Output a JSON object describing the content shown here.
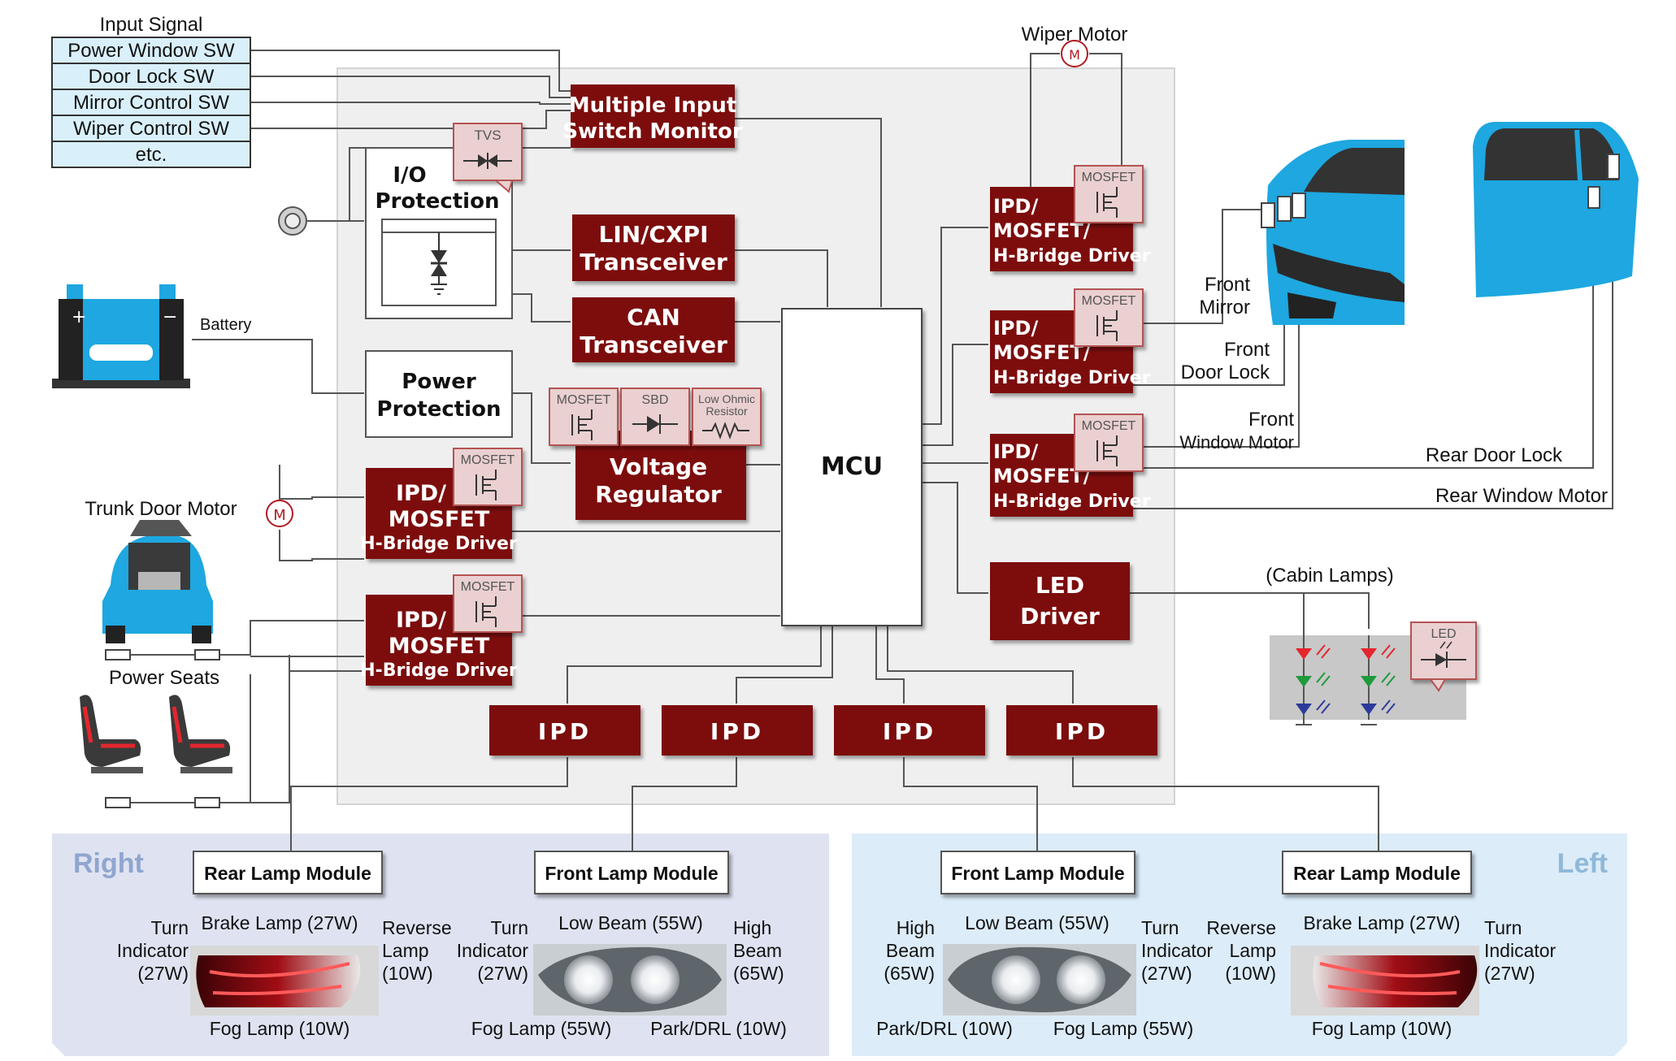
{
  "input_signal": {
    "title": "Input Signal",
    "items": [
      "Power Window SW",
      "Door Lock SW",
      "Mirror Control SW",
      "Wiper Control SW",
      "etc."
    ]
  },
  "labels": {
    "battery": "Battery",
    "trunk_door_motor": "Trunk Door Motor",
    "power_seats": "Power Seats",
    "wiper_motor": "Wiper Motor",
    "front_mirror_1": "Front",
    "front_mirror_2": "Mirror",
    "front_door_lock_1": "Front",
    "front_door_lock_2": "Door Lock",
    "front_window_motor_1": "Front",
    "front_window_motor_2": "Window Motor",
    "rear_door_lock": "Rear Door Lock",
    "rear_window_motor": "Rear Window Motor",
    "cabin_lamps": "(Cabin Lamps)",
    "motor_symbol": "M"
  },
  "blocks": {
    "multi_input_1": "Multiple Input",
    "multi_input_2": "Switch Monitor",
    "io_protection_1": "I/O",
    "io_protection_2": "Protection",
    "lin_1": "LIN/CXPI",
    "lin_2": "Transceiver",
    "can_1": "CAN",
    "can_2": "Transceiver",
    "power_protection_1": "Power",
    "power_protection_2": "Protection",
    "voltage_reg_1": "Voltage",
    "voltage_reg_2": "Regulator",
    "mcu": "MCU",
    "ipd_mosfet_1": "IPD/",
    "ipd_mosfet_2": "MOSFET",
    "ipd_mosfet_3": "H-Bridge Driver",
    "ipd_right_1": "IPD/",
    "ipd_right_2": "MOSFET/",
    "ipd_right_3": "H-Bridge Driver",
    "led_driver_1": "LED",
    "led_driver_2": "Driver",
    "ipd": "IPD"
  },
  "tags": {
    "tvs": "TVS",
    "mosfet": "MOSFET",
    "sbd": "SBD",
    "low_ohmic_1": "Low Ohmic",
    "low_ohmic_2": "Resistor",
    "led": "LED"
  },
  "right_panel": {
    "side": "Right",
    "rear_module": "Rear Lamp Module",
    "front_module": "Front Lamp Module",
    "turn_1": "Turn",
    "turn_2": "Indicator",
    "turn_3": "(27W)",
    "brake": "Brake Lamp (27W)",
    "reverse_1": "Reverse",
    "reverse_2": "Lamp",
    "reverse_3": "(10W)",
    "fog_rear": "Fog Lamp (10W)",
    "front_turn_1": "Turn",
    "front_turn_2": "Indicator",
    "front_turn_3": "(27W)",
    "low_beam": "Low Beam (55W)",
    "high_1": "High",
    "high_2": "Beam",
    "high_3": "(65W)",
    "fog_front": "Fog Lamp (55W)",
    "park": "Park/DRL (10W)"
  },
  "left_panel": {
    "side": "Left",
    "front_module": "Front Lamp Module",
    "rear_module": "Rear Lamp Module",
    "high_1": "High",
    "high_2": "Beam",
    "high_3": "(65W)",
    "low_beam": "Low Beam (55W)",
    "turn_1": "Turn",
    "turn_2": "Indicator",
    "turn_3": "(27W)",
    "park": "Park/DRL (10W)",
    "fog_front": "Fog Lamp (55W)",
    "reverse_1": "Reverse",
    "reverse_2": "Lamp",
    "reverse_3": "(10W)",
    "brake": "Brake Lamp (27W)",
    "rear_turn_1": "Turn",
    "rear_turn_2": "Indicator",
    "rear_turn_3": "(27W)",
    "fog_rear": "Fog Lamp (10W)"
  },
  "colors": {
    "block_red": "#7d0a0f",
    "panel_gray": "#efefef",
    "right_bg": "#dfe3f1",
    "left_bg": "#dcecf9",
    "input_cell": "#d9f0fb",
    "tag_pink": "#ead0d0",
    "car_blue": "#1ea7e0"
  }
}
